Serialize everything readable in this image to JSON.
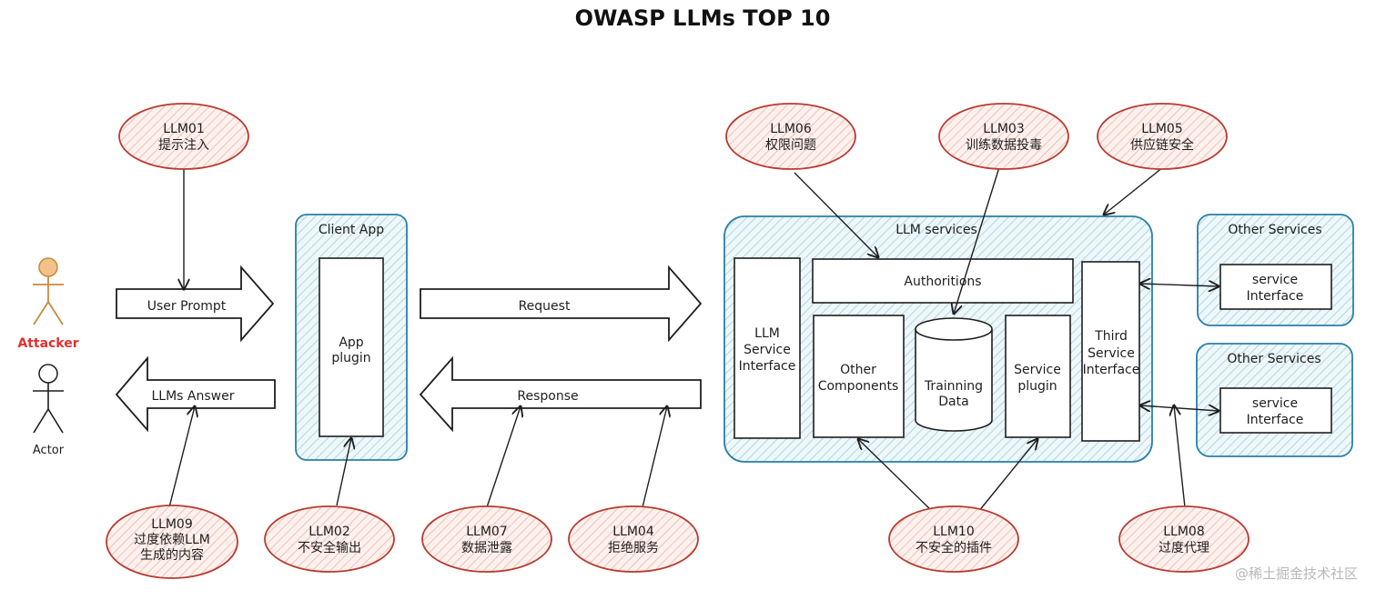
{
  "title": "OWASP LLMs TOP 10",
  "watermark": "@稀土掘金技术社区",
  "colors": {
    "risk_stroke": "#b83a30",
    "risk_fill": "#fbe8e4",
    "group_stroke": "#2a7fa5",
    "group_fill": "#dff0f6",
    "attacker": "#e03131",
    "attacker_head": "#f2c28a",
    "ink": "#1e1e1e"
  },
  "actors": {
    "attacker": "Attacker",
    "actor": "Actor"
  },
  "arrows": {
    "user_prompt": "User Prompt",
    "llms_answer": "LLMs Answer",
    "request": "Request",
    "response": "Response"
  },
  "client_app": {
    "title": "Client App",
    "plugin_line1": "App",
    "plugin_line2": "plugin"
  },
  "llm_services": {
    "title": "LLM services",
    "service_interface": [
      "LLM",
      "Service",
      "Interface"
    ],
    "authorizations": "Authoritions",
    "other_components": [
      "Other",
      "Components"
    ],
    "training_data": [
      "Trainning",
      "Data"
    ],
    "service_plugin": [
      "Service",
      "plugin"
    ],
    "third_service_interface": [
      "Third",
      "Service",
      "Interface"
    ]
  },
  "other_services": [
    {
      "title": "Other Services",
      "box": [
        "service",
        "Interface"
      ]
    },
    {
      "title": "Other Services",
      "box": [
        "service",
        "Interface"
      ]
    }
  ],
  "risks": {
    "llm01": {
      "code": "LLM01",
      "lines": [
        "提示注入"
      ]
    },
    "llm02": {
      "code": "LLM02",
      "lines": [
        "不安全输出"
      ]
    },
    "llm03": {
      "code": "LLM03",
      "lines": [
        "训练数据投毒"
      ]
    },
    "llm04": {
      "code": "LLM04",
      "lines": [
        "拒绝服务"
      ]
    },
    "llm05": {
      "code": "LLM05",
      "lines": [
        "供应链安全"
      ]
    },
    "llm06": {
      "code": "LLM06",
      "lines": [
        "权限问题"
      ]
    },
    "llm07": {
      "code": "LLM07",
      "lines": [
        "数据泄露"
      ]
    },
    "llm08": {
      "code": "LLM08",
      "lines": [
        "过度代理"
      ]
    },
    "llm09": {
      "code": "LLM09",
      "lines": [
        "过度依赖LLM",
        "生成的内容"
      ]
    },
    "llm10": {
      "code": "LLM10",
      "lines": [
        "不安全的插件"
      ]
    }
  }
}
